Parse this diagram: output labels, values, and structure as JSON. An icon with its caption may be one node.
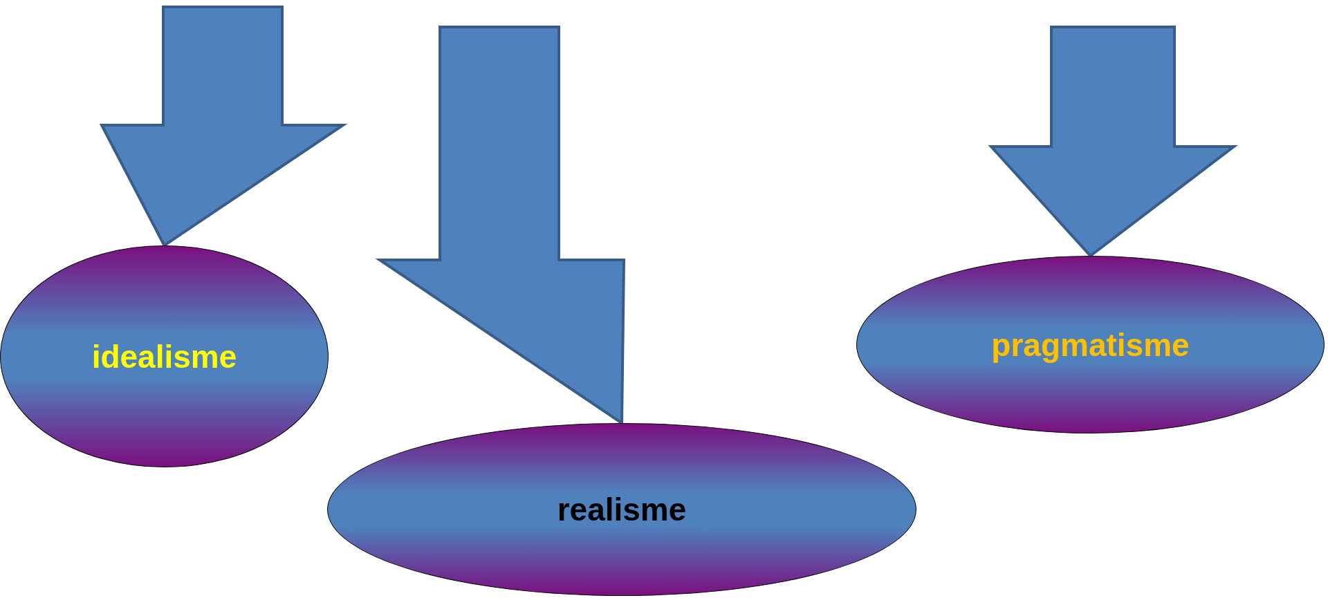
{
  "diagram": {
    "nodes": [
      {
        "text": [
          "idealisme"
        ]
      },
      {
        "text": [
          "realisme"
        ]
      },
      {
        "text": [
          "pragmatisme"
        ]
      }
    ],
    "edges": [
      {
        "from": null,
        "to": 0,
        "arrow": "to"
      },
      {
        "from": null,
        "to": 1,
        "arrow": "to"
      },
      {
        "from": null,
        "to": 2,
        "arrow": "to"
      }
    ]
  }
}
